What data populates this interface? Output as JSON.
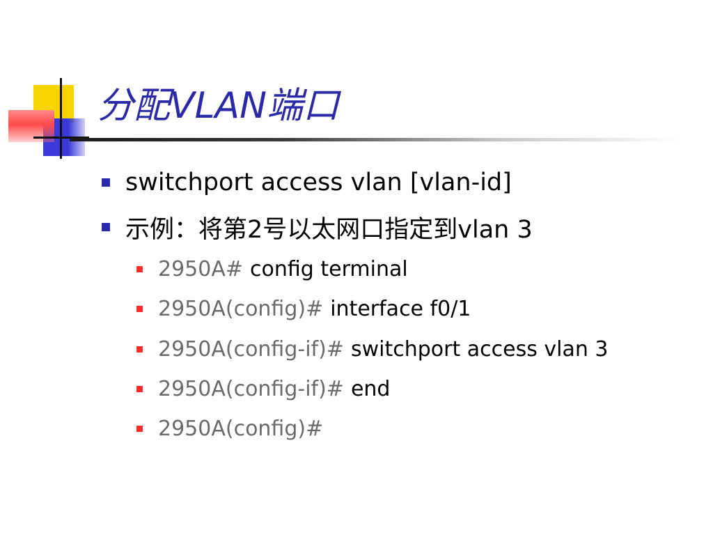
{
  "slide": {
    "title_prefix": "分配",
    "title_latin": "VLAN",
    "title_suffix": "端口",
    "bullets": [
      {
        "text": "switchport access vlan [vlan-id]"
      },
      {
        "text": "示例：将第2号以太网口指定到vlan 3"
      }
    ],
    "commands": [
      {
        "prompt": "2950A#",
        "cmd": "config terminal"
      },
      {
        "prompt": "2950A(config)#",
        "cmd": "interface f0/1"
      },
      {
        "prompt": "2950A(config-if)#",
        "cmd": "switchport access vlan 3"
      },
      {
        "prompt": "2950A(config-if)#",
        "cmd": "end"
      },
      {
        "prompt": "2950A(config)#",
        "cmd": ""
      }
    ]
  },
  "colors": {
    "title": "#2a2aa8",
    "bullet_level1": "#2a2ab0",
    "bullet_level2": "#ff2a2a",
    "prompt_text": "#6a6a6a"
  }
}
